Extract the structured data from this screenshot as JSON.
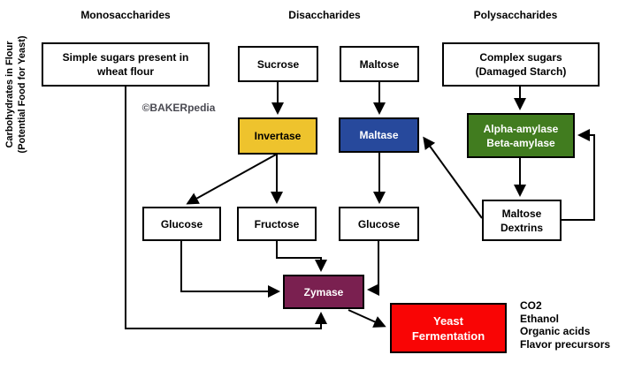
{
  "title_vertical": {
    "line1": "Carbohydrates in Flour",
    "line2": "(Potential Food for Yeast)"
  },
  "watermark": "©BAKERpedia",
  "headers": {
    "monosaccharides": "Monosaccharides",
    "disaccharides": "Disaccharides",
    "polysaccharides": "Polysaccharides"
  },
  "nodes": {
    "simple_sugars": {
      "lines": [
        "Simple sugars present in",
        "wheat flour"
      ]
    },
    "sucrose": {
      "label": "Sucrose"
    },
    "maltose": {
      "label": "Maltose"
    },
    "complex_sugars": {
      "lines": [
        "Complex sugars",
        "(Damaged Starch)"
      ]
    },
    "invertase": {
      "label": "Invertase"
    },
    "maltase": {
      "label": "Maltase"
    },
    "amylase": {
      "lines": [
        "Alpha-amylase",
        "Beta-amylase"
      ]
    },
    "glucose_left": {
      "label": "Glucose"
    },
    "fructose": {
      "label": "Fructose"
    },
    "glucose_right": {
      "label": "Glucose"
    },
    "maltose_dextrins": {
      "lines": [
        "Maltose",
        "Dextrins"
      ]
    },
    "zymase": {
      "label": "Zymase"
    },
    "yeast_fermentation": {
      "lines": [
        "Yeast",
        "Fermentation"
      ]
    }
  },
  "outputs": [
    "CO2",
    "Ethanol",
    "Organic acids",
    "Flavor precursors"
  ],
  "colors": {
    "invertase": "#EEC32D",
    "maltase": "#27499C",
    "amylase": "#417C1F",
    "zymase": "#7A2050",
    "yeast_fermentation": "#F90505",
    "line": "#000000"
  }
}
